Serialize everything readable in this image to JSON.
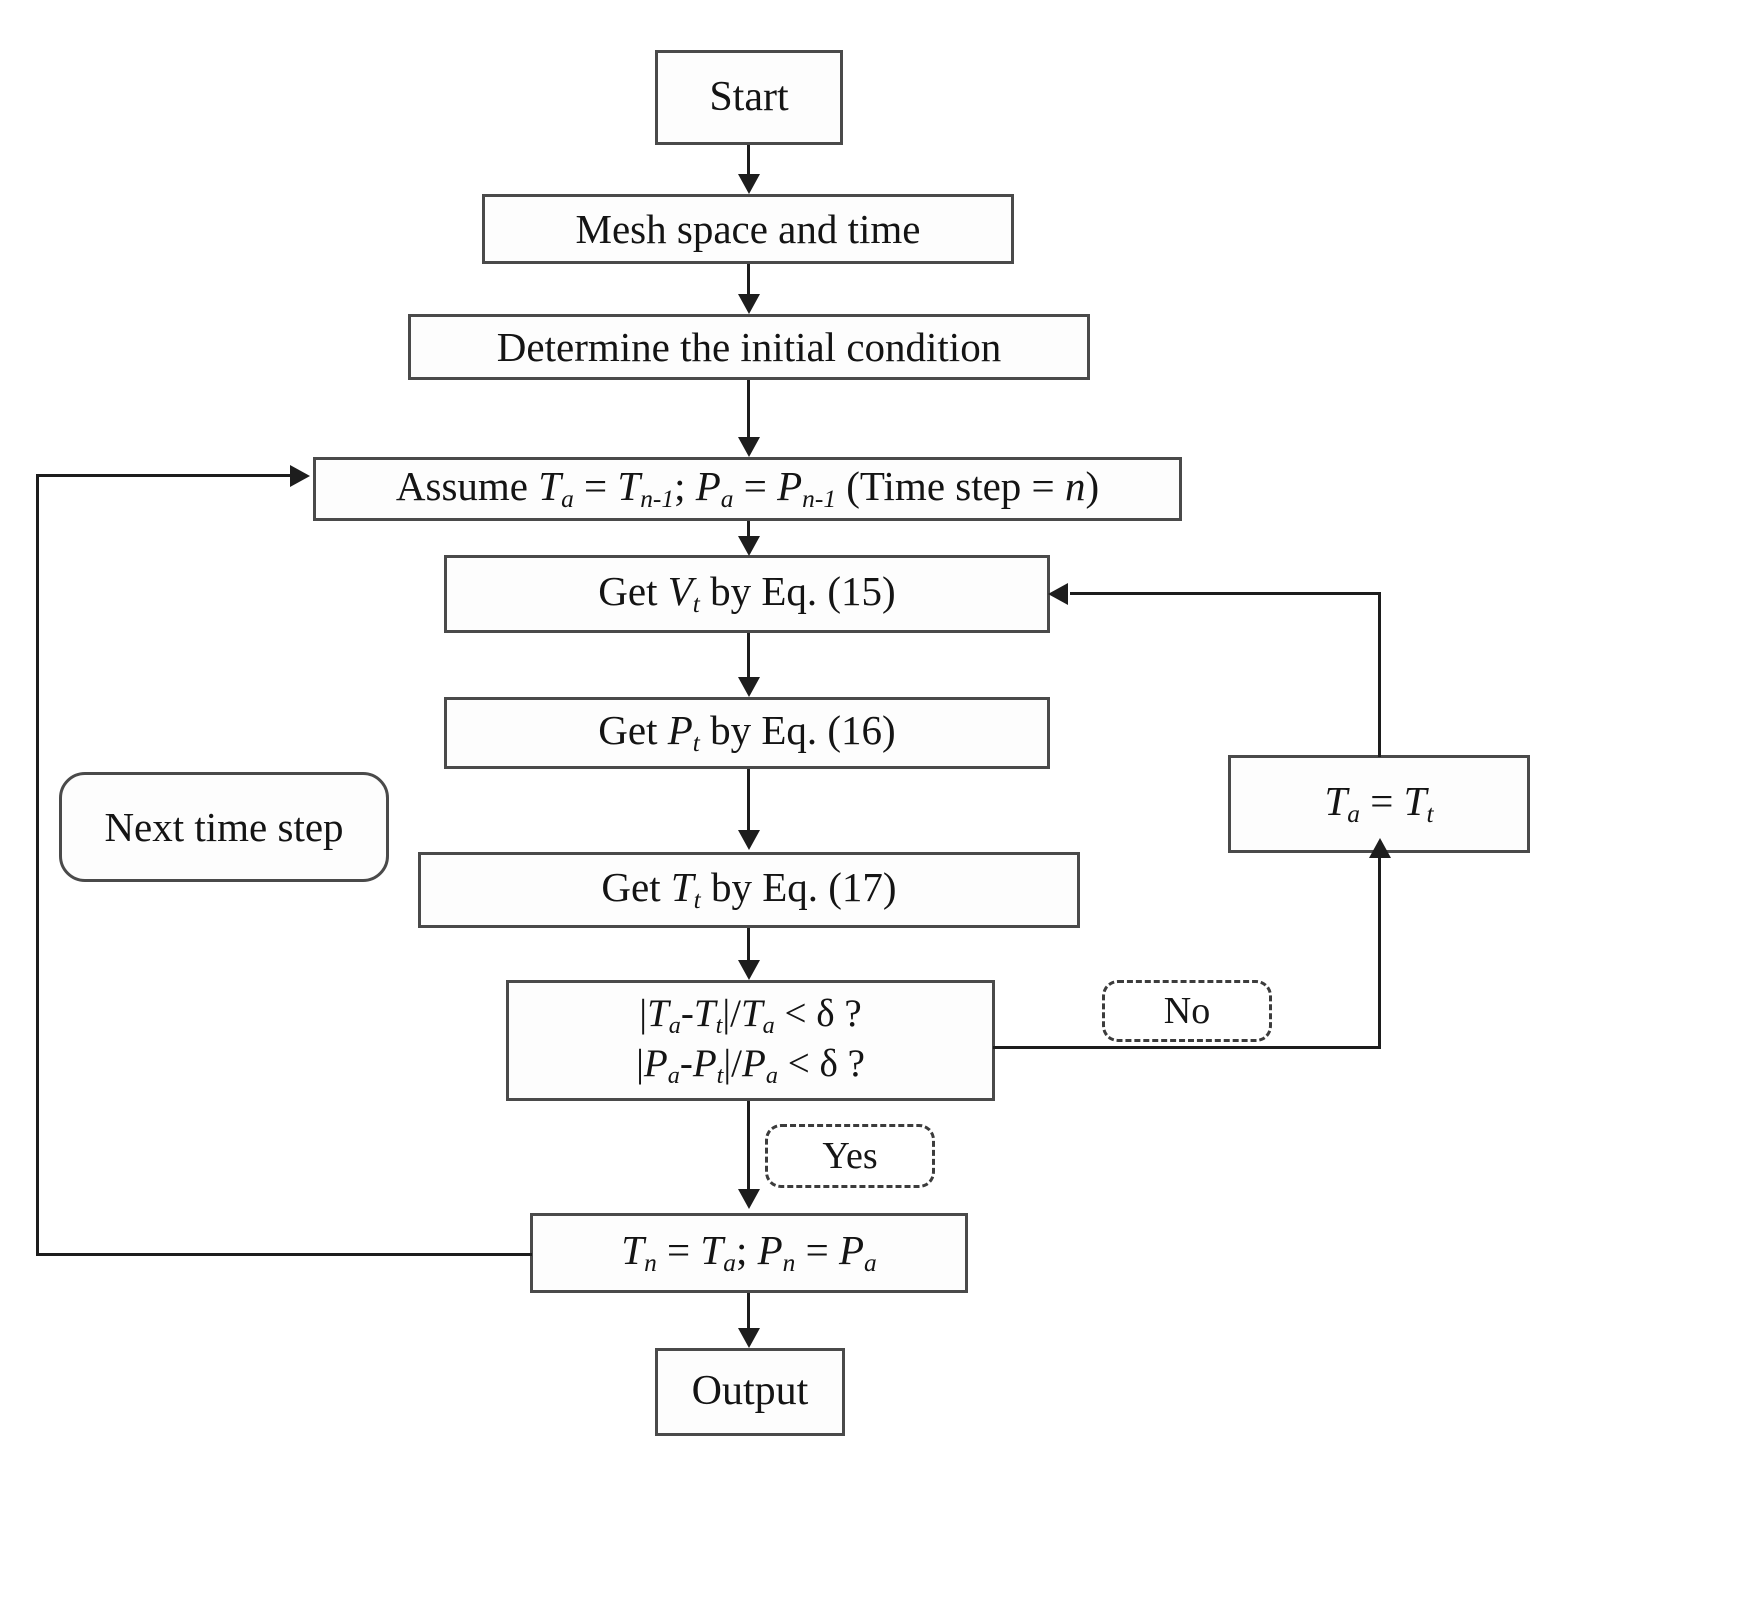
{
  "figure": {
    "type": "flowchart",
    "title": "Numerical solution procedure flowchart",
    "orientation": "top-to-bottom",
    "background_color": "#ffffff",
    "line_color": "#1d1d1d",
    "box_border_color": "#4a4a4a"
  },
  "nodes": {
    "start": {
      "label": "Start",
      "shape": "rectangle"
    },
    "mesh": {
      "label": "Mesh space and time",
      "shape": "rectangle"
    },
    "initial": {
      "label": "Determine the initial condition",
      "shape": "rectangle"
    },
    "assume": {
      "shape": "rectangle",
      "prefix": "Assume ",
      "var1": "T",
      "sub1": "a",
      "eq1": " = ",
      "var2": "T",
      "sub2": "n-1",
      "sep": "; ",
      "var3": "P",
      "sub3": "a",
      "eq2": " = ",
      "var4": "P",
      "sub4": "n-1",
      "suffix_open": " (Time step = ",
      "suffix_var": "n",
      "suffix_close": ")",
      "plain_label": "Assume Ta = Tn-1; Pa = Pn-1 (Time step = n)"
    },
    "get_v": {
      "shape": "rectangle",
      "prefix": "Get ",
      "var": "V",
      "sub": "t",
      "suffix": " by Eq. (15)",
      "plain_label": "Get Vt by Eq. (15)"
    },
    "get_p": {
      "shape": "rectangle",
      "prefix": "Get ",
      "var": "P",
      "sub": "t",
      "suffix": " by Eq. (16)",
      "plain_label": "Get Pt by Eq. (16)"
    },
    "get_t": {
      "shape": "rectangle",
      "prefix": "Get ",
      "var": "T",
      "sub": "t",
      "suffix": " by Eq. (17)",
      "plain_label": "Get Tt by Eq. (17)"
    },
    "decision": {
      "shape": "rectangle",
      "line1": {
        "open": "|",
        "v1": "T",
        "s1": "a",
        "minus": "-",
        "v2": "T",
        "s2": "t",
        "close": "|/",
        "v3": "T",
        "s3": "a",
        "cmp": " < δ ?",
        "plain": "|Ta-Tt|/Ta < δ ?"
      },
      "line2": {
        "open": "|",
        "v1": "P",
        "s1": "a",
        "minus": "-",
        "v2": "P",
        "s2": "t",
        "close": "|/",
        "v3": "P",
        "s3": "a",
        "cmp": " <  δ ?",
        "plain": "|Pa-Pt|/Pa <  δ ?"
      }
    },
    "reassign": {
      "shape": "rectangle",
      "v1": "T",
      "s1": "a",
      "eq": " = ",
      "v2": "T",
      "s2": "t",
      "plain_label": "Ta = Tt"
    },
    "next_time_step": {
      "label": "Next time step",
      "shape": "rounded-rectangle"
    },
    "commit": {
      "shape": "rectangle",
      "v1": "T",
      "s1": "n",
      "eq1": " = ",
      "v2": "T",
      "s2": "a",
      "sep": "; ",
      "v3": "P",
      "s3": "n",
      "eq2": " = ",
      "v4": "P",
      "s4": "a",
      "plain_label": "Tn = Ta; Pn = Pa"
    },
    "output": {
      "label": "Output",
      "shape": "rectangle"
    }
  },
  "edge_labels": {
    "no": "No",
    "yes": "Yes"
  }
}
